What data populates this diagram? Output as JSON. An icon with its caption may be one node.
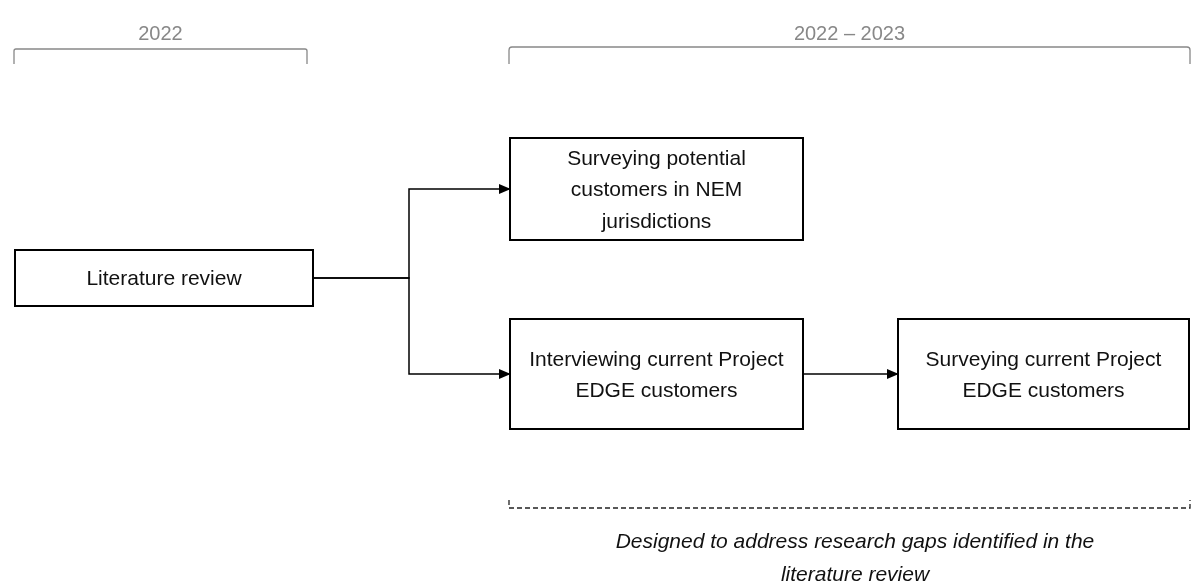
{
  "diagram": {
    "nodes": [
      {
        "text": [
          "Literature review"
        ]
      },
      {
        "text": [
          "Surveying potential customers in NEM jurisdictions"
        ]
      },
      {
        "text": [
          "Interviewing current Project EDGE customers"
        ]
      },
      {
        "text": [
          "Surveying current Project EDGE customers"
        ]
      }
    ],
    "edges": [
      {
        "from": 0,
        "to": 1,
        "arrow": "to"
      },
      {
        "from": 0,
        "to": 2,
        "arrow": "to"
      },
      {
        "from": 2,
        "to": 3,
        "arrow": "to"
      }
    ],
    "labels": [
      "2022",
      "2022 – 2023",
      "Designed to address research gaps identified in the literature review"
    ]
  }
}
